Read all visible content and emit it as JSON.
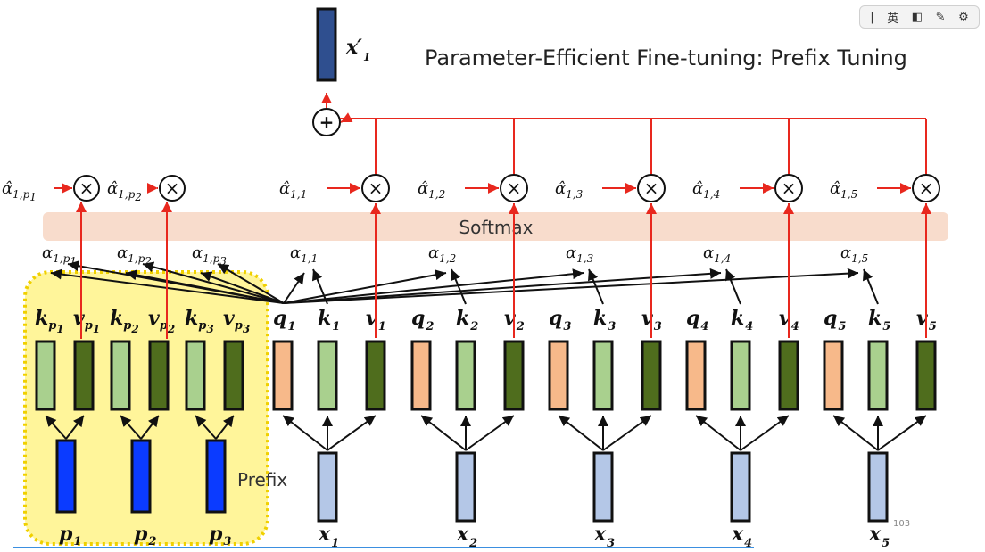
{
  "title": "Parameter-Efficient Fine-tuning: Prefix Tuning",
  "softmax_label": "Softmax",
  "prefix_label": "Prefix",
  "page_number": "103",
  "output": {
    "letter": "x",
    "prime": "′",
    "sub": "1"
  },
  "plus_symbol": "+",
  "times_symbol": "×",
  "toolbar": {
    "divider": "|",
    "lang": "英",
    "layout_icon": "◧",
    "pen_icon": "✎",
    "settings_icon": "⚙"
  },
  "colors": {
    "query": "#f7b98a",
    "key": "#a9d08e",
    "value": "#4f6d1d",
    "token": "#b4c7e7",
    "prefix_token": "#0b3bff",
    "output": "#2f4f8f",
    "arrow": "#e8281e",
    "softmax_band": "#f8dccc",
    "prefix_box": "#fff59a",
    "prefix_border": "#f0d000"
  },
  "prefix_tokens": [
    {
      "letter": "p",
      "sub": "1"
    },
    {
      "letter": "p",
      "sub": "2"
    },
    {
      "letter": "p",
      "sub": "3"
    }
  ],
  "prefix_kv_labels": [
    {
      "k": "k",
      "ks": "p",
      "kss": "1",
      "v": "v",
      "vs": "p",
      "vss": "1"
    },
    {
      "k": "k",
      "ks": "p",
      "kss": "2",
      "v": "v",
      "vs": "p",
      "vss": "2"
    },
    {
      "k": "k",
      "ks": "p",
      "kss": "3",
      "v": "v",
      "vs": "p",
      "vss": "3"
    }
  ],
  "tokens": [
    {
      "letter": "x",
      "sub": "1"
    },
    {
      "letter": "x",
      "sub": "2"
    },
    {
      "letter": "x",
      "sub": "3"
    },
    {
      "letter": "x",
      "sub": "4"
    },
    {
      "letter": "x",
      "sub": "5"
    }
  ],
  "qkv_labels": [
    {
      "q": "q",
      "k": "k",
      "v": "v",
      "sub": "1"
    },
    {
      "q": "q",
      "k": "k",
      "v": "v",
      "sub": "2"
    },
    {
      "q": "q",
      "k": "k",
      "v": "v",
      "sub": "3"
    },
    {
      "q": "q",
      "k": "k",
      "v": "v",
      "sub": "4"
    },
    {
      "q": "q",
      "k": "k",
      "v": "v",
      "sub": "5"
    }
  ],
  "alpha_prefix": [
    {
      "main": "α",
      "sub": "1,p",
      "subsub": "1"
    },
    {
      "main": "α",
      "sub": "1,p",
      "subsub": "2"
    },
    {
      "main": "α",
      "sub": "1,p",
      "subsub": "3"
    }
  ],
  "alpha_tokens": [
    {
      "main": "α",
      "sub": "1,1"
    },
    {
      "main": "α",
      "sub": "1,2"
    },
    {
      "main": "α",
      "sub": "1,3"
    },
    {
      "main": "α",
      "sub": "1,4"
    },
    {
      "main": "α",
      "sub": "1,5"
    }
  ],
  "alpha_hat_prefix": [
    {
      "main": "α̂",
      "sub": "1,p",
      "subsub": "1"
    },
    {
      "main": "α̂",
      "sub": "1,p",
      "subsub": "2"
    }
  ],
  "alpha_hat_tokens": [
    {
      "main": "α̂",
      "sub": "1,1"
    },
    {
      "main": "α̂",
      "sub": "1,2"
    },
    {
      "main": "α̂",
      "sub": "1,3"
    },
    {
      "main": "α̂",
      "sub": "1,4"
    },
    {
      "main": "α̂",
      "sub": "1,5"
    }
  ]
}
